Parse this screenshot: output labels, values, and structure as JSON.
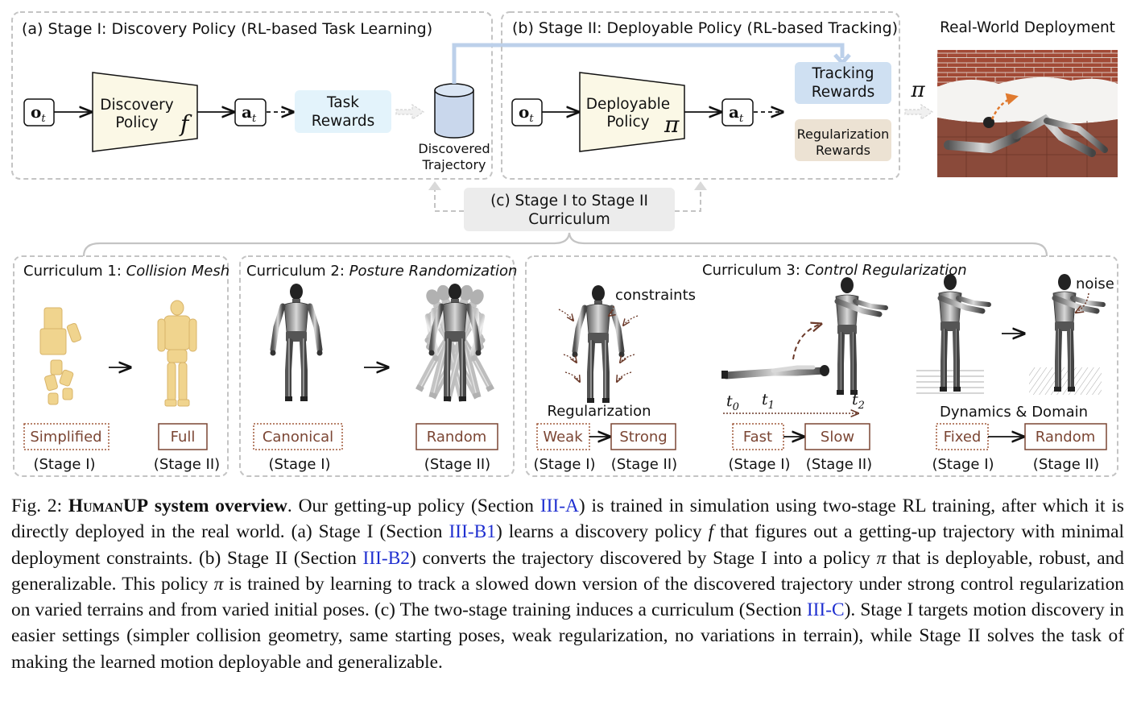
{
  "stage1": {
    "title": "(a) Stage I: Discovery Policy (RL-based Task Learning)",
    "obs": "o",
    "obs_sub": "t",
    "policy_line1": "Discovery",
    "policy_line2": "Policy",
    "policy_symbol": "f",
    "act": "a",
    "act_sub": "t",
    "reward_line1": "Task",
    "reward_line2": "Rewards",
    "store_line1": "Discovered",
    "store_line2": "Trajectory"
  },
  "stage2": {
    "title": "(b) Stage II: Deployable Policy (RL-based Tracking)",
    "obs": "o",
    "obs_sub": "t",
    "policy_line1": "Deployable",
    "policy_line2": "Policy",
    "policy_symbol": "π",
    "act": "a",
    "act_sub": "t",
    "tracking_line1": "Tracking",
    "tracking_line2": "Rewards",
    "reg_line1": "Regularization",
    "reg_line2": "Rewards"
  },
  "deployment": {
    "title": "Real-World Deployment",
    "symbol": "π"
  },
  "curriculum_box": {
    "line1": "(c) Stage I to Stage II",
    "line2": "Curriculum"
  },
  "curriculum1": {
    "title_prefix": "Curriculum 1: ",
    "title_italic": "Collision Mesh",
    "from_label": "Simplified",
    "to_label": "Full",
    "from_stage": "(Stage I)",
    "to_stage": "(Stage II)"
  },
  "curriculum2": {
    "title_prefix": "Curriculum 2: ",
    "title_italic": "Posture Randomization",
    "from_label": "Canonical",
    "to_label": "Random",
    "from_stage": "(Stage I)",
    "to_stage": "(Stage II)"
  },
  "curriculum3": {
    "title_prefix": "Curriculum 3: ",
    "title_italic": "Control Regularization",
    "reg": {
      "annotation": "constraints",
      "caption": "Regularization",
      "from_label": "Weak",
      "to_label": "Strong",
      "from_stage": "(Stage I)",
      "to_stage": "(Stage II)"
    },
    "speed": {
      "t0": "t",
      "t0_sub": "0",
      "t1": "t",
      "t1_sub": "1",
      "t2": "t",
      "t2_sub": "2",
      "from_label": "Fast",
      "to_label": "Slow",
      "from_stage": "(Stage I)",
      "to_stage": "(Stage II)"
    },
    "dyn": {
      "annotation": "noise",
      "caption": "Dynamics & Domain",
      "from_label": "Fixed",
      "to_label": "Random",
      "from_stage": "(Stage I)",
      "to_stage": "(Stage II)"
    }
  },
  "caption": {
    "fig_label": "Fig. 2: ",
    "system_name": "HumanUP",
    "system_suffix": " system overview",
    "t1": ". Our getting-up policy (Section ",
    "r1": "III-A",
    "t2": ") is trained in simulation using two-stage RL training, after which it is directly deployed in the real world. (a) Stage I (Section ",
    "r2": "III-B1",
    "t3": ") learns a discovery policy ",
    "sym_f": "f",
    "t4": " that figures out a getting-up trajectory with minimal deployment constraints. (b) Stage II (Section ",
    "r3": "III-B2",
    "t5": ") converts the trajectory discovered by Stage I into a policy ",
    "sym_pi1": "π",
    "t6": " that is deployable, robust, and generalizable. This policy ",
    "sym_pi2": "π",
    "t7": " is trained by learning to track a slowed down version of the discovered trajectory under strong control regularization on varied terrains and from varied initial poses. (c) The two-stage training induces a curriculum (Section ",
    "r4": "III-C",
    "t8": "). Stage I targets motion discovery in easier settings (simpler collision geometry, same starting poses, weak regularization, no variations in terrain), while Stage II solves the task of making the learned motion deployable and generalizable."
  },
  "colors": {
    "policy_fill": "#fbf8e6",
    "task_reward_fill": "#e3f3fb",
    "tracking_fill": "#cfe0f2",
    "regularization_fill": "#ece2d3",
    "cylinder_fill": "#c9d7ec",
    "dashed_border": "#c4c4c4",
    "stage1_label_border": "#a15a3c",
    "stage2_label_border": "#7b4634",
    "arrow_light_blue": "#bcd0ea",
    "link_blue": "#1f2fd0"
  }
}
